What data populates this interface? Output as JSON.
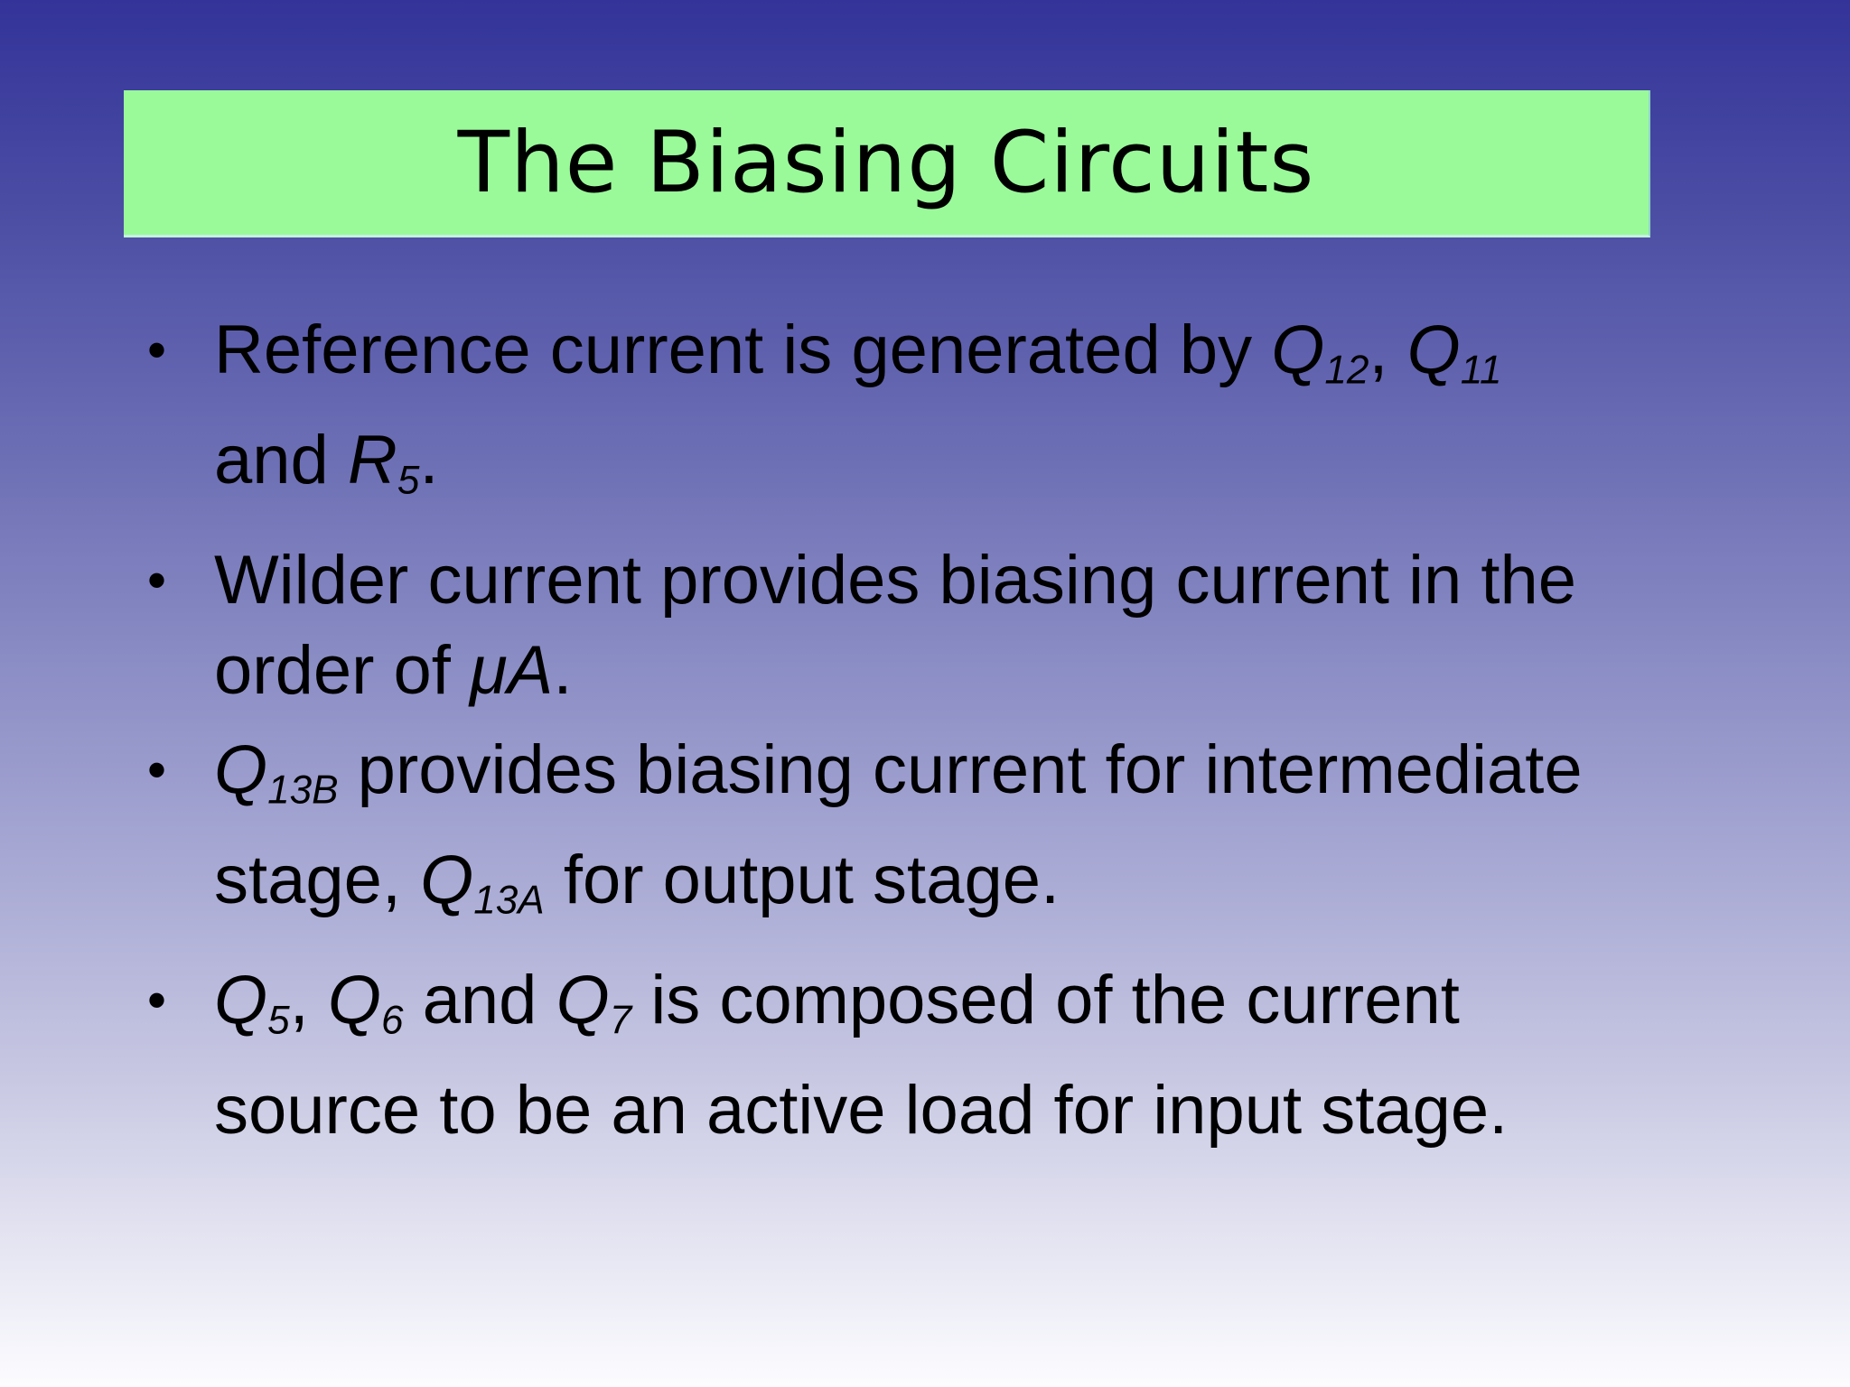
{
  "slide": {
    "title": "The Biasing Circuits",
    "bullet_char": "•",
    "bullets": [
      {
        "lines": [
          [
            {
              "t": "Reference current is generated by "
            },
            {
              "t": "Q",
              "s": "m"
            },
            {
              "t": "12",
              "s": "ms"
            },
            {
              "t": ", "
            },
            {
              "t": "Q",
              "s": "m"
            },
            {
              "t": "11",
              "s": "ms"
            }
          ],
          [
            {
              "t": "and "
            },
            {
              "t": "R",
              "s": "m"
            },
            {
              "t": "5",
              "s": "ms"
            },
            {
              "t": "."
            }
          ]
        ]
      },
      {
        "lines": [
          [
            {
              "t": "Wilder current provides biasing current in the"
            }
          ],
          [
            {
              "t": "order of "
            },
            {
              "t": "μA",
              "s": "m"
            },
            {
              "t": "."
            }
          ]
        ]
      },
      {
        "lines": [
          [
            {
              "t": "Q",
              "s": "m"
            },
            {
              "t": "13B",
              "s": "ms"
            },
            {
              "t": " provides biasing current for intermediate"
            }
          ],
          [
            {
              "t": "stage, "
            },
            {
              "t": "Q",
              "s": "m"
            },
            {
              "t": "13A",
              "s": "ms"
            },
            {
              "t": " for output stage."
            }
          ]
        ]
      },
      {
        "lines": [
          [
            {
              "t": "Q",
              "s": "m"
            },
            {
              "t": "5",
              "s": "ms"
            },
            {
              "t": ", "
            },
            {
              "t": "Q",
              "s": "m"
            },
            {
              "t": "6",
              "s": "ms"
            },
            {
              "t": " and "
            },
            {
              "t": "Q",
              "s": "m"
            },
            {
              "t": "7",
              "s": "ms"
            },
            {
              "t": " is composed of the current"
            }
          ],
          [
            {
              "t": "source to be an active load for input stage."
            }
          ]
        ]
      }
    ],
    "colors": {
      "background_top": "#333399",
      "background_bottom": "#FCFCFF",
      "title_bar": "#9AFA9A",
      "title_text": "#000000",
      "body_text": "#000000"
    }
  }
}
